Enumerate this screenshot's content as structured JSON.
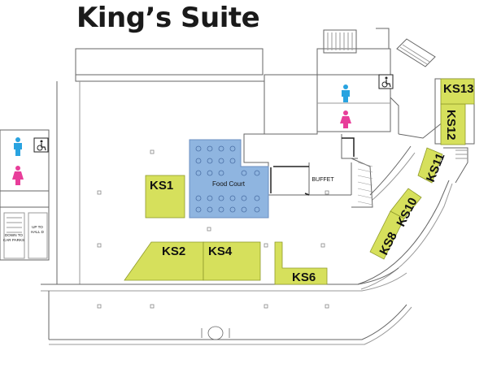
{
  "title": "King’s Suite",
  "colors": {
    "stand": "#d6e05c",
    "food_court": "#8fb5e0",
    "wall": "#555555",
    "man_icon": "#29a3e0",
    "woman_icon": "#e83e9a"
  },
  "areas": {
    "food_court": "Food Court",
    "buffet": "BUFFET",
    "stair_down": [
      "DOWN TO",
      "CAR PARKS"
    ],
    "stair_up": [
      "UP TO",
      "HALL D"
    ]
  },
  "stands": {
    "ks1": "KS1",
    "ks2": "KS2",
    "ks4": "KS4",
    "ks6": "KS6",
    "ks8": "KS8",
    "ks10": "KS10",
    "ks11": "KS11",
    "ks12": "KS12",
    "ks13": "KS13"
  },
  "icons": {
    "men": "man-icon",
    "women": "woman-icon",
    "accessible": "wheelchair-icon"
  }
}
